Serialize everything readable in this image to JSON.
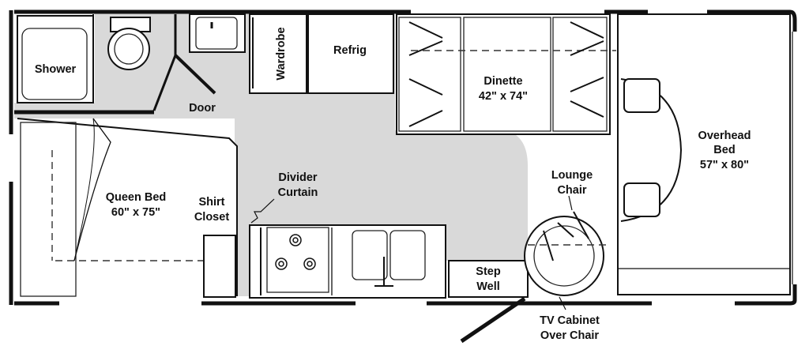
{
  "labels": {
    "shower": "Shower",
    "door": "Door",
    "wardrobe": "Wardrobe",
    "refrig": "Refrig",
    "dinette_name": "Dinette",
    "dinette_size": "42\" x 74\"",
    "overhead_l1": "Overhead",
    "overhead_l2": "Bed",
    "overhead_l3": "57\" x 80\"",
    "queen_l1": "Queen Bed",
    "queen_l2": "60\" x 75\"",
    "shirt_l1": "Shirt",
    "shirt_l2": "Closet",
    "divider_l1": "Divider",
    "divider_l2": "Curtain",
    "lounge_l1": "Lounge",
    "lounge_l2": "Chair",
    "step_l1": "Step",
    "step_l2": "Well",
    "tv_l1": "TV Cabinet",
    "tv_l2": "Over Chair"
  },
  "colors": {
    "floor": "#d9d9d9",
    "wall": "#111111",
    "furniture": "#ffffff"
  }
}
